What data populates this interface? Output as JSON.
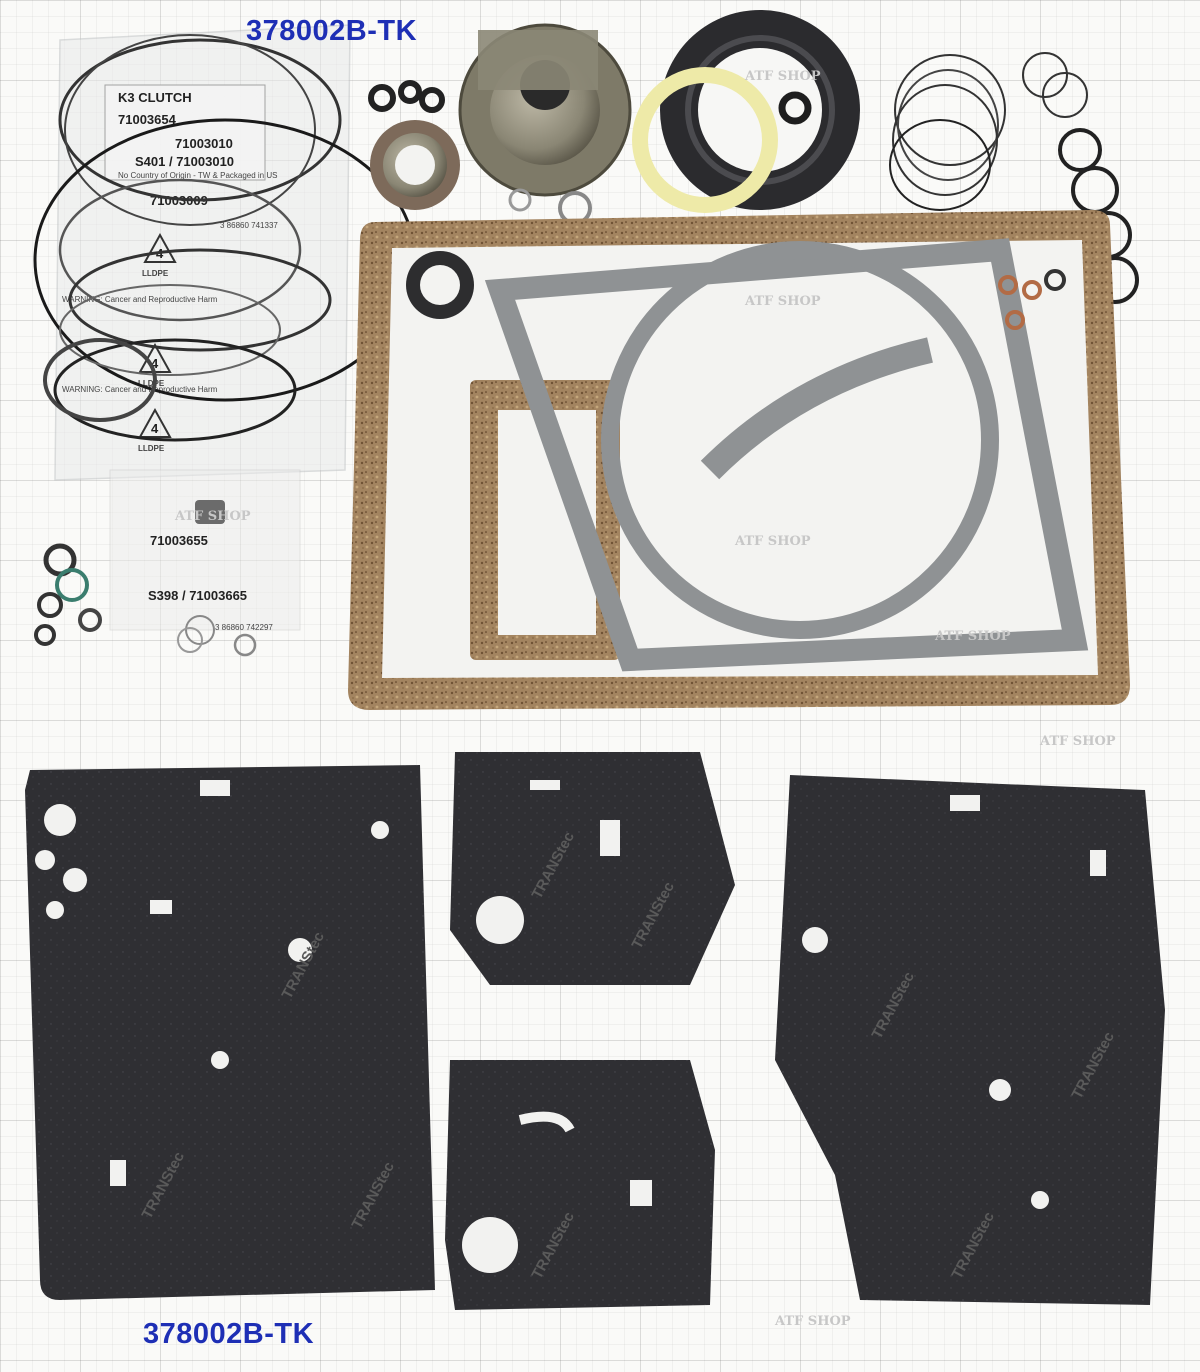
{
  "photo": {
    "sku_top": "378002B-TK",
    "sku_bottom": "378002B-TK"
  },
  "packages": {
    "clutch_label": "K3 CLUTCH",
    "code_a": "71003654",
    "code_b": "71003010",
    "code_c": "S401 / 71003010",
    "code_d": "71003009",
    "code_e": "S398 / 71003665",
    "code_f": "71003655",
    "lldpe": "LLDPE",
    "recycle_num": "4",
    "warning": "WARNING: Cancer and Reproductive Harm",
    "origin": "No Country of Origin - TW & Packaged in US",
    "barcode_1": "3 86860 741337",
    "barcode_2": "3 86860 742297"
  },
  "gasket_brand": "TRANStec",
  "watermark": "ATF SHOP",
  "colors": {
    "sku_text": "#1e2fb5",
    "cork": "#a0805a",
    "gasket_gray": "#8e9193",
    "black_gasket": "#2f2f33",
    "seal_yellow": "#f1efb8",
    "metal_seal": "#8c8878"
  }
}
